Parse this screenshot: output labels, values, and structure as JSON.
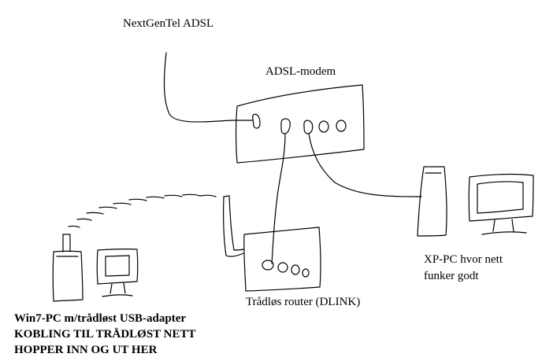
{
  "labels": {
    "isp": "NextGenTel ADSL",
    "modem": "ADSL-modem",
    "router": "Trådløs router (DLINK)",
    "xp_pc_line1": "XP-PC hvor nett",
    "xp_pc_line2": "funker godt",
    "win7_pc_line1": "Win7-PC m/trådløst USB-adapter",
    "win7_pc_line2": "KOBLING TIL TRÅDLØST NETT",
    "win7_pc_line3": "HOPPER INN OG UT HER"
  },
  "colors": {
    "ink": "#000000",
    "background": "#ffffff"
  }
}
